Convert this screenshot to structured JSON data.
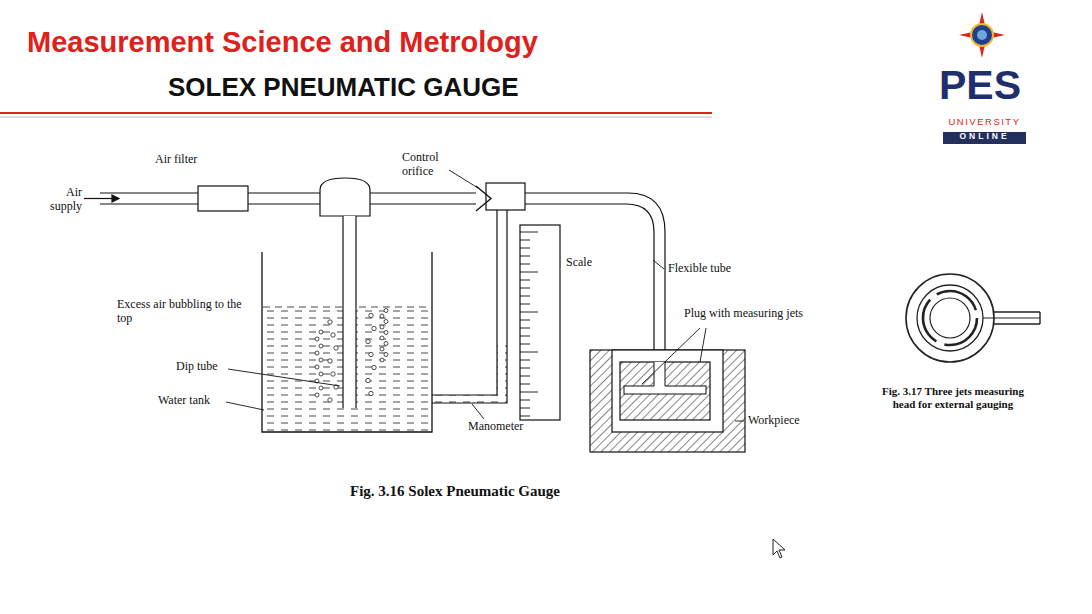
{
  "diagram": {
    "title": "Measurement Science and Metrology",
    "caption": "Fig. 3.16 Solex Pneumatic Gauge",
    "labels": [
      "SOLEX PNEUMATIC GAUGE",
      "PES",
      "UNIVERSITY",
      "ONLINE",
      "Air filter",
      "Control orifice",
      "Air supply",
      "Scale",
      "Flexible tube",
      "Excess air bubbling to the top",
      "Plug with measuring jets",
      "Dip tube",
      "Water tank",
      "Manometer",
      "Workpiece",
      "Fig. 3.17 Three jets measuring head for external gauging"
    ]
  }
}
